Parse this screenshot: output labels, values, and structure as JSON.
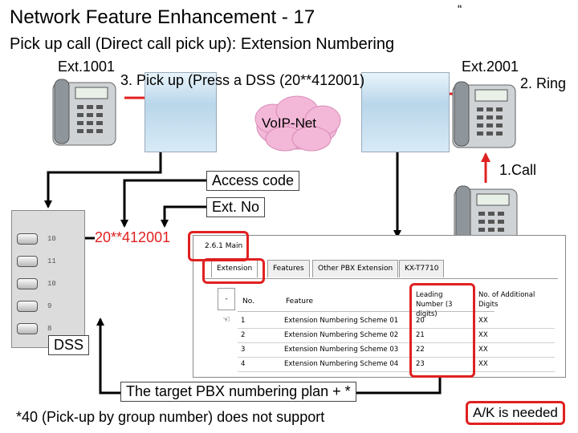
{
  "slide": {
    "title": "Network Feature Enhancement - 17",
    "subtitle": "Pick up call (Direct call pick up): Extension Numbering",
    "quote_mark": "“"
  },
  "labels": {
    "ext_left": "Ext.1001",
    "ext_right": "Ext.2001",
    "step3": "3. Pick up (Press a DSS (20**412001)",
    "step2": "2. Ring",
    "step1": "1.Call",
    "voip": "VoIP-Net",
    "access_code": "Access code",
    "ext_no": "Ext. No",
    "dss_number": "20**412001",
    "dss": "DSS",
    "target_note": "The target PBX numbering plan + *",
    "footnote": "*40 (Pick-up by group number) does not support",
    "ak_note": "A/K is needed"
  },
  "dss_panel": {
    "key_numbers": [
      "10",
      "11",
      "10",
      "9",
      "8",
      ""
    ]
  },
  "config_window": {
    "title": "2.6.1 Main",
    "tabs": [
      "Extension",
      "Features",
      "Other PBX Extension",
      "KX-T7710"
    ],
    "columns": [
      "No.",
      "Feature",
      "Leading Number (3 digits)",
      "No. of Additional Digits"
    ],
    "rows": [
      {
        "no": "1",
        "feature": "Extension Numbering Scheme 01",
        "leading": "20",
        "digits": "XX"
      },
      {
        "no": "2",
        "feature": "Extension Numbering Scheme 02",
        "leading": "21",
        "digits": "XX"
      },
      {
        "no": "3",
        "feature": "Extension Numbering Scheme 03",
        "leading": "22",
        "digits": "XX"
      },
      {
        "no": "4",
        "feature": "Extension Numbering Scheme 04",
        "leading": "23",
        "digits": "XX"
      }
    ]
  },
  "colors": {
    "accent_red": "#e02020",
    "cloud_pink": "#f3b8d8"
  }
}
